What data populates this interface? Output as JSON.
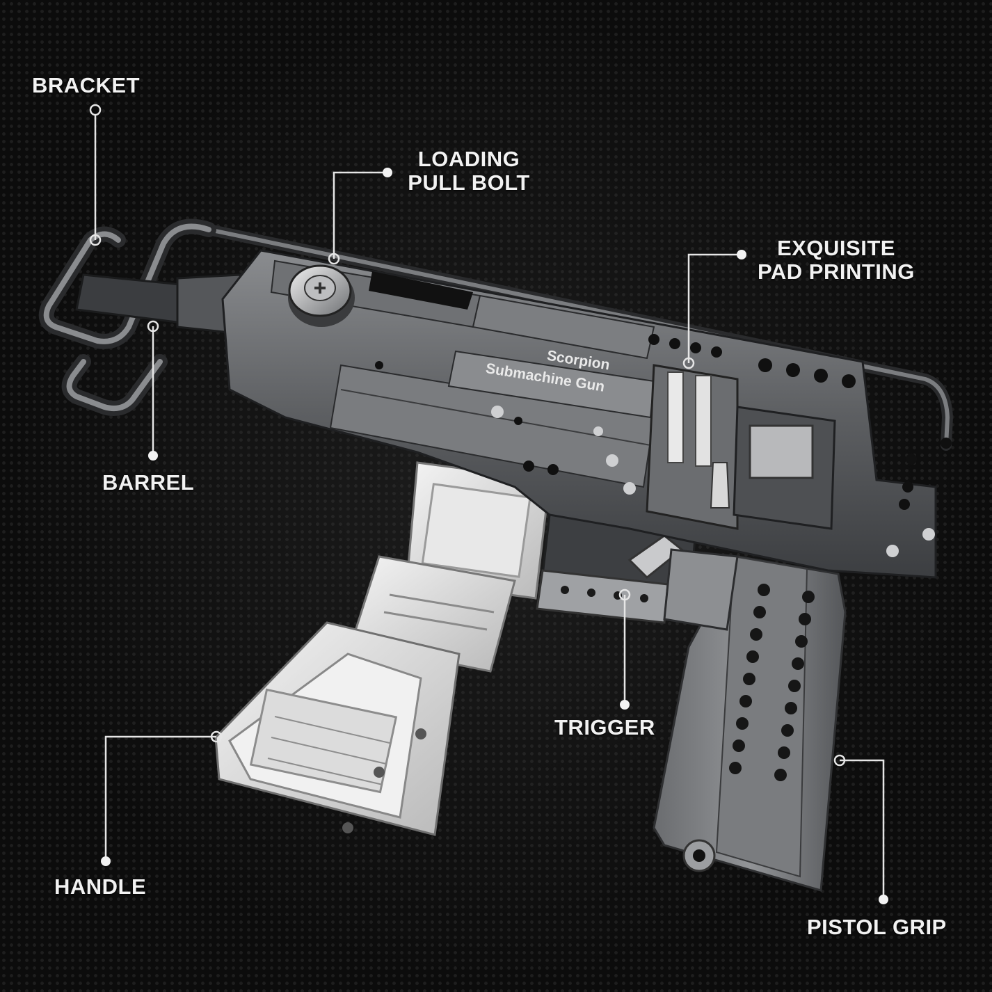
{
  "product": {
    "print_line1": "Scorpion",
    "print_line2": "Submachine Gun"
  },
  "callouts": {
    "bracket": "BRACKET",
    "loading_line1": "LOADING",
    "loading_line2": "PULL BOLT",
    "pad_line1": "EXQUISITE",
    "pad_line2": "PAD PRINTING",
    "barrel": "BARREL",
    "trigger": "TRIGGER",
    "handle": "HANDLE",
    "pistol_grip": "PISTOL GRIP"
  },
  "colors": {
    "background": "#0c0c0c",
    "body_gray": "#5c5e61",
    "light_gray": "#d9d9d9",
    "line": "#e6e6e6"
  }
}
